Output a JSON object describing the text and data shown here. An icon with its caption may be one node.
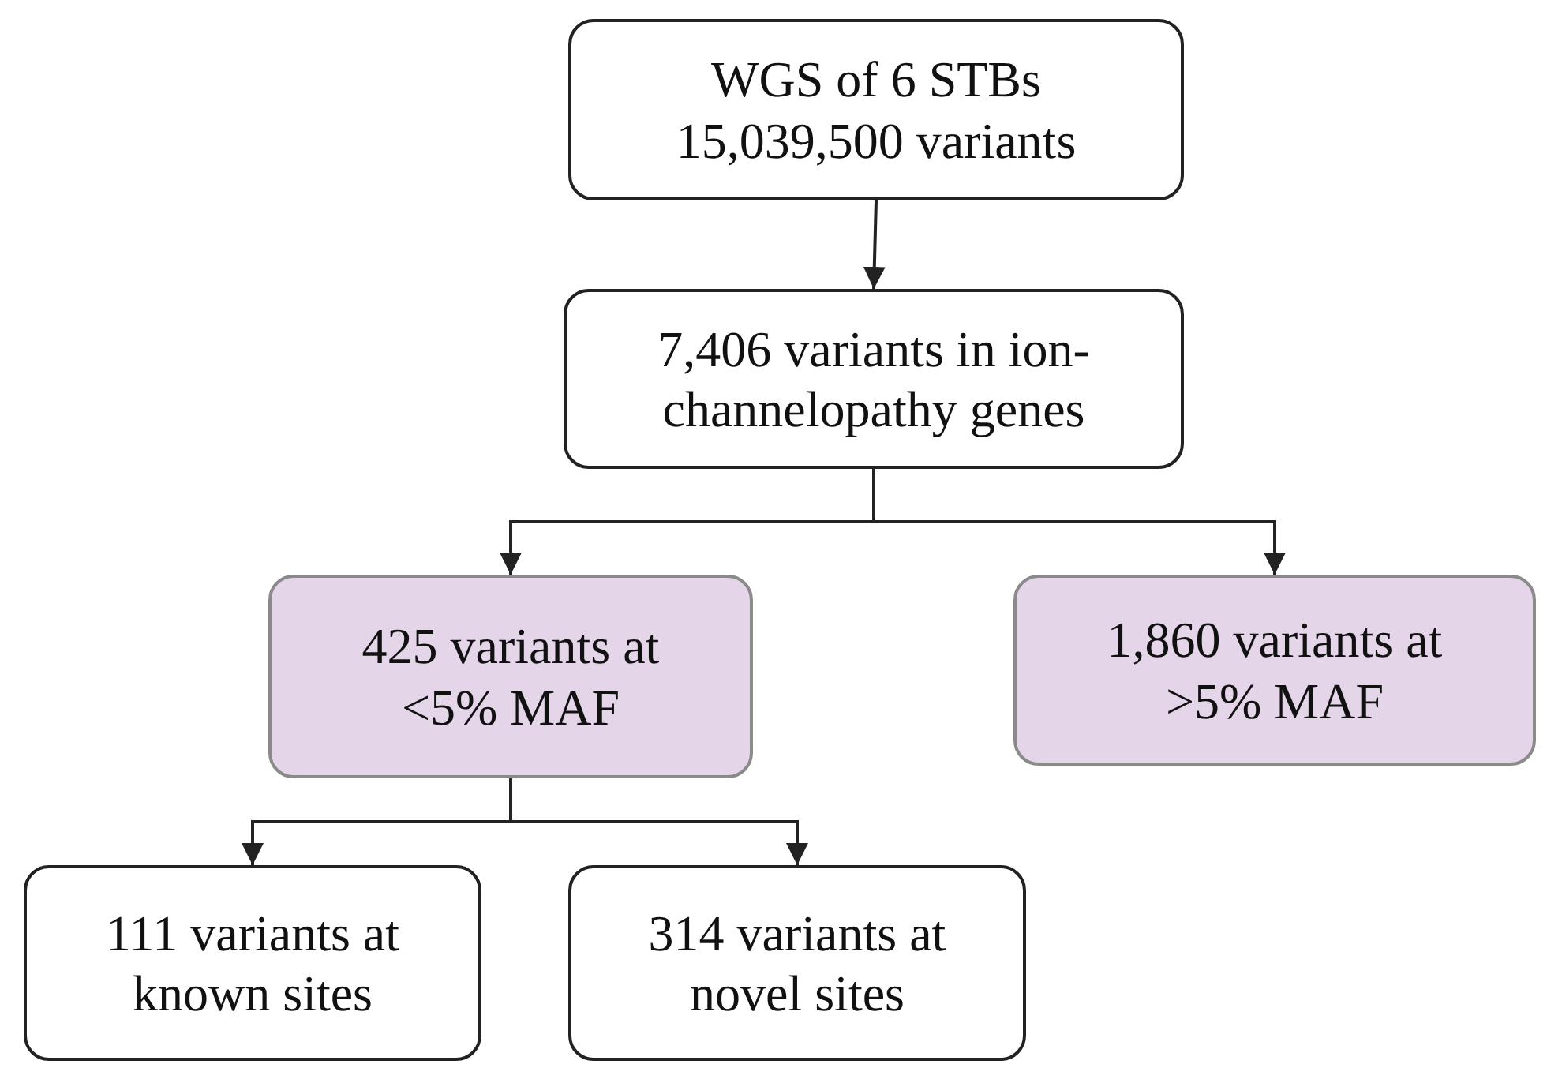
{
  "diagram": {
    "nodes": [
      {
        "text": [
          "WGS of 6 STBs 15,039,500 variants"
        ]
      },
      {
        "text": [
          "7,406 variants in ion-channelopathy genes"
        ]
      },
      {
        "text": [
          "425 variants at <5% MAF"
        ]
      },
      {
        "text": [
          "1,860 variants at >5% MAF"
        ]
      },
      {
        "text": [
          "111 variants at known sites"
        ]
      },
      {
        "text": [
          "314 variants at novel sites"
        ]
      }
    ],
    "edges": [
      {
        "from": 0,
        "to": 1,
        "arrow": "to"
      },
      {
        "from": 1,
        "to": 2,
        "arrow": "to"
      },
      {
        "from": 1,
        "to": 3,
        "arrow": "to"
      },
      {
        "from": 2,
        "to": 4,
        "arrow": "to"
      },
      {
        "from": 2,
        "to": 5,
        "arrow": "to"
      }
    ]
  }
}
